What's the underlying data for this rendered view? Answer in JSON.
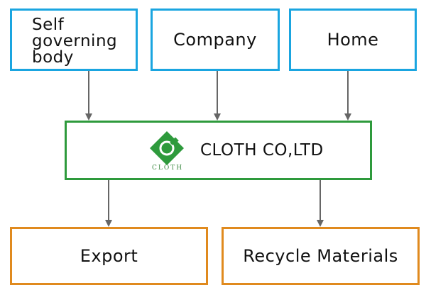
{
  "sources": [
    {
      "label_lines": [
        "Self",
        "governing",
        "body"
      ]
    },
    {
      "label": "Company"
    },
    {
      "label": "Home"
    }
  ],
  "center": {
    "logo_text": "CLOTH",
    "name": "CLOTH CO,LTD"
  },
  "outputs": [
    {
      "label": "Export"
    },
    {
      "label": "Recycle Materials"
    }
  ],
  "colors": {
    "source_border": "#1aa5e0",
    "center_border": "#2e9a3c",
    "output_border": "#e08a1e",
    "arrow": "#666666",
    "logo": "#2e9a3c"
  }
}
